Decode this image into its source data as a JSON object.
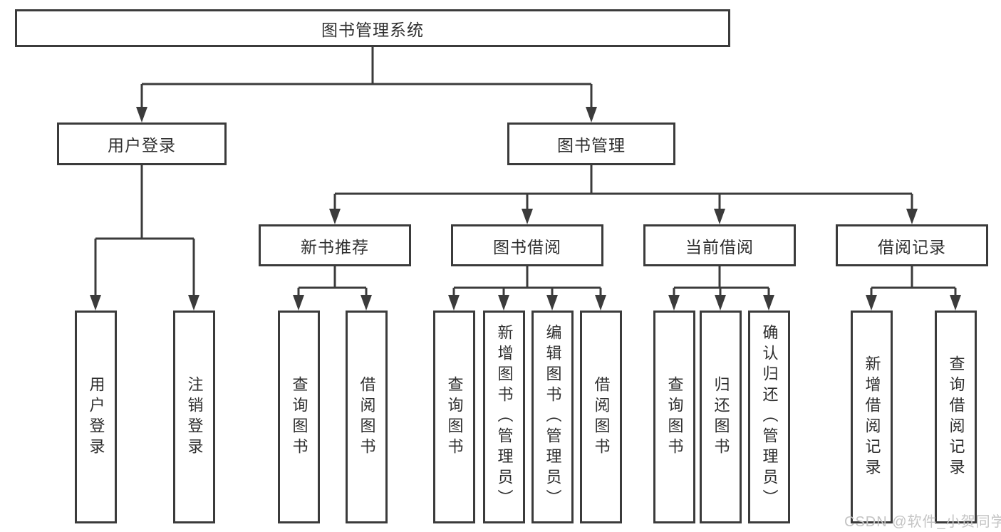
{
  "diagram": {
    "watermark": "CSDN @软件_小贺同学",
    "colors": {
      "line": "#3b3b3b",
      "text": "#2f2f2f",
      "background": "#ffffff",
      "watermark": "#c4c4c4"
    },
    "tree": {
      "label": "图书管理系统",
      "children": [
        {
          "label": "用户登录",
          "children": [
            {
              "label": "用户登录"
            },
            {
              "label": "注销登录"
            }
          ]
        },
        {
          "label": "图书管理",
          "children": [
            {
              "label": "新书推荐",
              "children": [
                {
                  "label": "查询图书"
                },
                {
                  "label": "借阅图书"
                }
              ]
            },
            {
              "label": "图书借阅",
              "children": [
                {
                  "label": "查询图书"
                },
                {
                  "label": "新增图书（管理员）"
                },
                {
                  "label": "编辑图书（管理员）"
                },
                {
                  "label": "借阅图书"
                }
              ]
            },
            {
              "label": "当前借阅",
              "children": [
                {
                  "label": "查询图书"
                },
                {
                  "label": "归还图书"
                },
                {
                  "label": "确认归还（管理员）"
                }
              ]
            },
            {
              "label": "借阅记录",
              "children": [
                {
                  "label": "新增借阅记录"
                },
                {
                  "label": "查询借阅记录"
                }
              ]
            }
          ]
        }
      ]
    }
  }
}
